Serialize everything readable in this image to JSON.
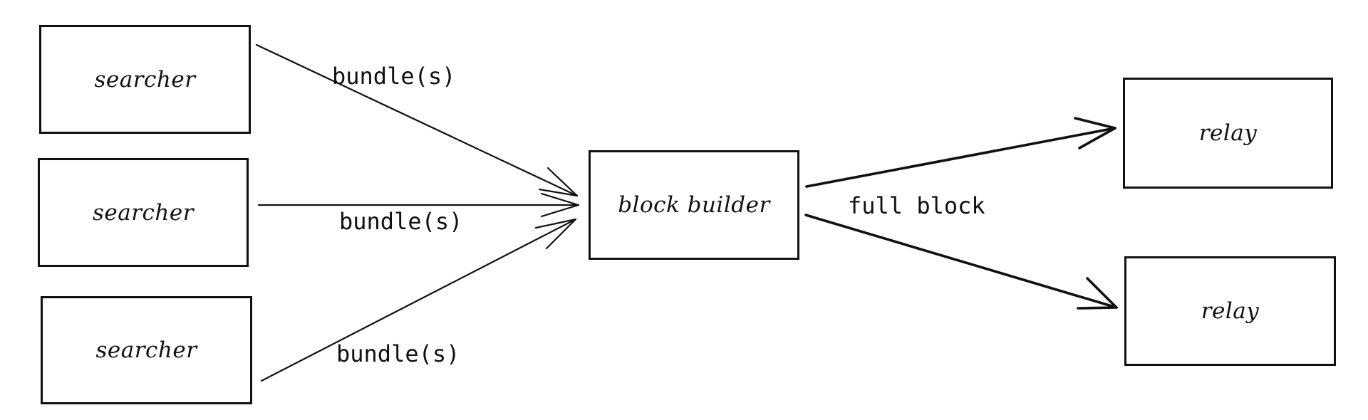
{
  "nodes": {
    "searcher_1": "searcher",
    "searcher_2": "searcher",
    "searcher_3": "searcher",
    "builder": "block builder",
    "relay_1": "relay",
    "relay_2": "relay"
  },
  "edges": {
    "bundle_1": "bundle(s)",
    "bundle_2": "bundle(s)",
    "bundle_3": "bundle(s)",
    "full_block": "full block"
  },
  "colors": {
    "ink": "#111111",
    "background": "#ffffff"
  }
}
